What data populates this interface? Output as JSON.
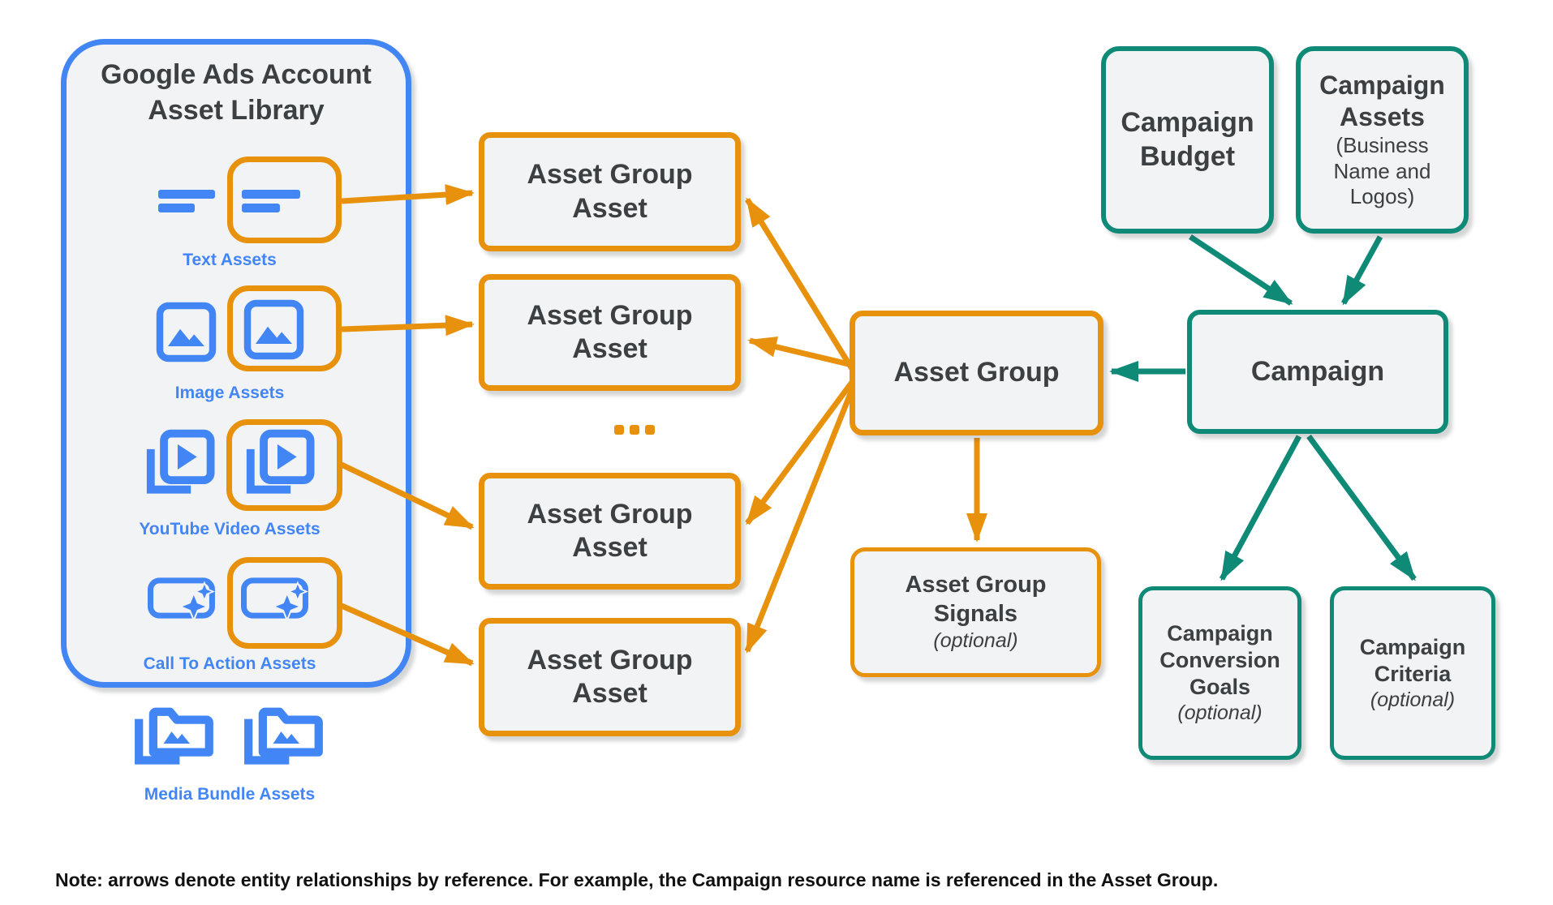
{
  "colors": {
    "orange": "#E8910C",
    "teal": "#0E8A76",
    "blue": "#4285F4",
    "fill": "#F1F3F4",
    "dark": "#3C4043",
    "note": "#111111"
  },
  "library": {
    "title": "Google Ads Account\nAsset Library",
    "rows": [
      {
        "label": "Text Assets",
        "icon": "text-lines-icon"
      },
      {
        "label": "Image Assets",
        "icon": "image-icon"
      },
      {
        "label": "YouTube Video Assets",
        "icon": "video-stack-icon"
      },
      {
        "label": "Call To Action Assets",
        "icon": "call-to-action-sparkle-icon"
      },
      {
        "label": "Media Bundle Assets",
        "icon": "media-bundle-folder-icon"
      }
    ]
  },
  "asset_group_assets": {
    "title": "Asset Group\nAsset",
    "ellipsis": "..."
  },
  "asset_group": {
    "title": "Asset Group"
  },
  "asset_group_signals": {
    "title": "Asset Group\nSignals",
    "optional": "(optional)"
  },
  "campaign_budget": {
    "title": "Campaign\nBudget"
  },
  "campaign_assets": {
    "title": "Campaign\nAssets",
    "subtitle": "(Business\nName and\nLogos)"
  },
  "campaign": {
    "title": "Campaign"
  },
  "campaign_conversion_goals": {
    "title": "Campaign\nConversion\nGoals",
    "optional": "(optional)"
  },
  "campaign_criteria": {
    "title": "Campaign\nCriteria",
    "optional": "(optional)"
  },
  "note": "Note: arrows denote entity relationships by reference. For example, the Campaign resource name is referenced in the Asset Group."
}
